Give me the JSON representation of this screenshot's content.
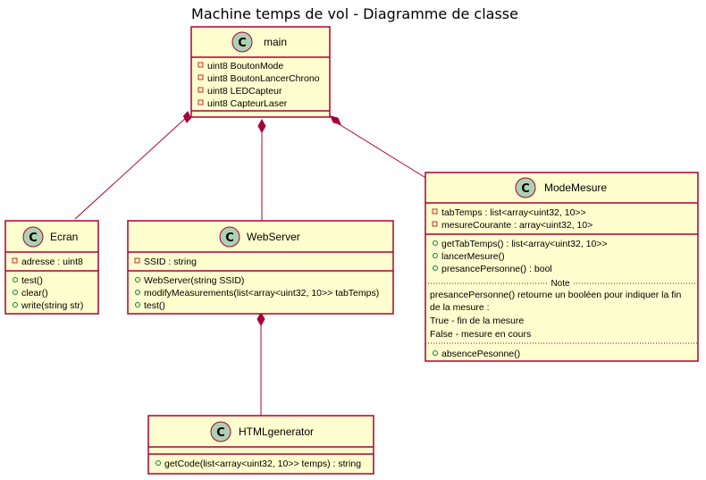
{
  "title": "Machine temps de vol - Diagramme de classe",
  "classes": {
    "main": {
      "name": "main",
      "stereotype_letter": "C",
      "attributes": [
        "uint8 BoutonMode",
        "uint8 BoutonLancerChrono",
        "uint8 LEDCapteur",
        "uint8 CapteurLaser"
      ],
      "methods": []
    },
    "ecran": {
      "name": "Ecran",
      "stereotype_letter": "C",
      "attributes": [
        "adresse : uint8"
      ],
      "methods": [
        "test()",
        "clear()",
        "write(string str)"
      ]
    },
    "webserver": {
      "name": "WebServer",
      "stereotype_letter": "C",
      "attributes": [
        "SSID : string"
      ],
      "methods": [
        "WebServer(string SSID)",
        "modifyMeasurements(list<array<uint32, 10>> tabTemps)",
        "test()"
      ]
    },
    "modemesure": {
      "name": "ModeMesure",
      "stereotype_letter": "C",
      "attributes": [
        "tabTemps : list<array<uint32, 10>>",
        "mesureCourante : array<uint32, 10>"
      ],
      "methods": [
        "getTabTemps() : list<array<uint32, 10>>",
        "lancerMesure()",
        "presancePersonne() : bool"
      ],
      "note_label": "Note",
      "note_lines": [
        "presancePersonne() retourne un booléen pour indiquer la fin",
        "de la mesure :",
        "True - fin de la mesure",
        "False - mesure en cours"
      ],
      "extra_methods": [
        "absencePesonne()"
      ]
    },
    "htmlgenerator": {
      "name": "HTMLgenerator",
      "stereotype_letter": "C",
      "attributes": [],
      "methods": [
        "getCode(list<array<uint32, 10>> temps) : string"
      ]
    }
  },
  "relations": [
    {
      "from": "main",
      "to": "Ecran",
      "type": "composition"
    },
    {
      "from": "main",
      "to": "WebServer",
      "type": "composition"
    },
    {
      "from": "main",
      "to": "ModeMesure",
      "type": "composition"
    },
    {
      "from": "WebServer",
      "to": "HTMLgenerator",
      "type": "composition"
    }
  ],
  "colors": {
    "class_fill": "#FEFECE",
    "border": "#A80036",
    "circle_fill": "#ADD1B2",
    "private_marker": "#C82930",
    "public_marker": "#038048"
  }
}
